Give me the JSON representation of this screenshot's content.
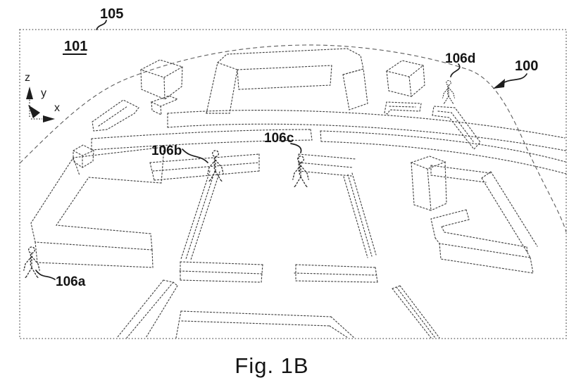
{
  "figure": {
    "caption": "Fig. 1B",
    "labels": {
      "l100": "100",
      "l101": "101",
      "l105": "105",
      "l106a": "106a",
      "l106b": "106b",
      "l106c": "106c",
      "l106d": "106d"
    },
    "axes": {
      "x": "x",
      "y": "y",
      "z": "z"
    },
    "colors": {
      "line": "#434343",
      "border": "#565656",
      "label": "#141414",
      "background": "#ffffff"
    }
  }
}
